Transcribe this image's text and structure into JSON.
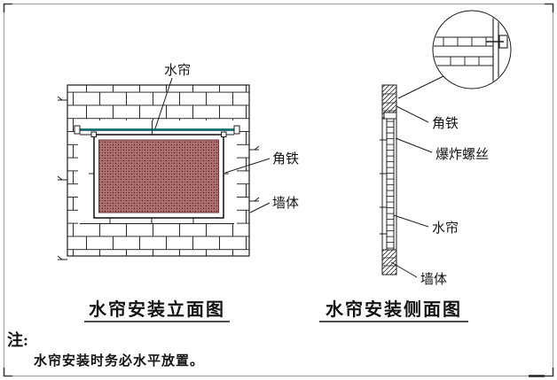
{
  "drawing": {
    "elevation_view": {
      "title": "水帘安装立面图",
      "labels": {
        "curtain": "水帘",
        "angle_iron": "角铁",
        "wall": "墙体"
      }
    },
    "side_view": {
      "title": "水帘安装侧面图",
      "labels": {
        "angle_iron": "角铁",
        "expansion_bolt": "爆炸螺丝",
        "curtain": "水帘",
        "wall": "墙体"
      }
    },
    "note": {
      "prefix": "注:",
      "text": "水帘安装时务必水平放置。"
    }
  },
  "colors": {
    "line": "#1c1c1c",
    "border": "#9a9a9a",
    "curtain_fill": "#ad7272",
    "curtain_speckle": "#5c2020",
    "curtain_edge": "#733434",
    "top_rail_teal": "#0b6b6b"
  }
}
